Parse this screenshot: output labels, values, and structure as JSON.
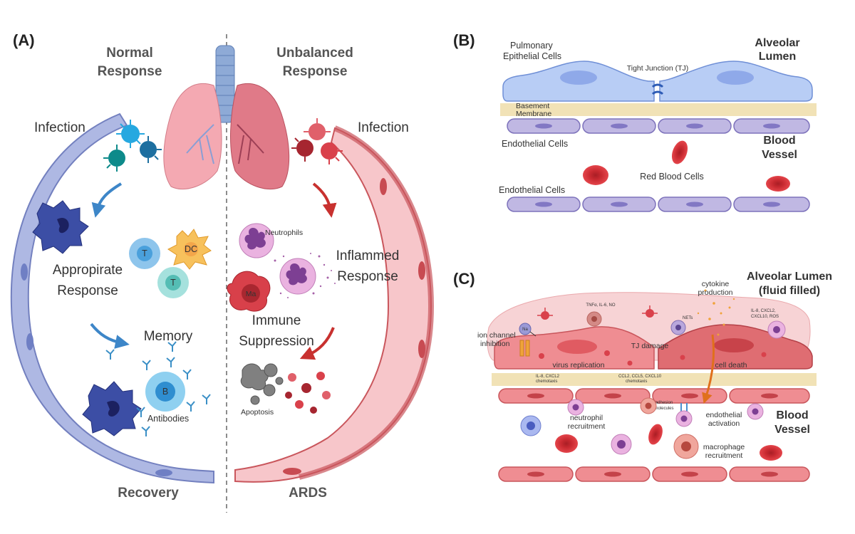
{
  "panelA": {
    "label": "(A)",
    "normal_title_1": "Normal",
    "normal_title_2": "Response",
    "unbalanced_title_1": "Unbalanced",
    "unbalanced_title_2": "Response",
    "infection_left": "Infection",
    "infection_right": "Infection",
    "appropriate_1": "Appropirate",
    "appropriate_2": "Response",
    "memory": "Memory",
    "antibodies": "Antibodies",
    "neutrophils": "Neutrophils",
    "inflamed_1": "Inflammed",
    "inflamed_2": "Response",
    "immune_1": "Immune",
    "immune_2": "Suppression",
    "apoptosis": "Apoptosis",
    "recovery": "Recovery",
    "ards": "ARDS",
    "cell_T1": "T",
    "cell_T2": "T",
    "cell_DC": "DC",
    "cell_B": "B",
    "cell_Ma": "Ma"
  },
  "panelB": {
    "label": "(B)",
    "pulmonary_1": "Pulmonary",
    "pulmonary_2": "Epithelial Cells",
    "tight_junction": "Tight Junction (TJ)",
    "alveolar_1": "Alveolar",
    "alveolar_2": "Lumen",
    "basement_1": "Basement",
    "basement_2": "Membrane",
    "endothelial_top": "Endothelial Cells",
    "blood_1": "Blood",
    "blood_2": "Vessel",
    "red_blood_cells": "Red Blood Cells",
    "endothelial_bottom": "Endothelial Cells"
  },
  "panelC": {
    "label": "(C)",
    "alveolar_1": "Alveolar Lumen",
    "alveolar_2": "(fluid filled)",
    "cytokine_1": "cytokine",
    "cytokine_2": "production",
    "tnf": "TNFα, IL-6, NO",
    "nets": "NETs",
    "il8_1": "IL-8, CXCL2,",
    "il8_2": "CXCL10, ROS",
    "ion_1": "ion channel",
    "ion_2": "inhibition",
    "na": "Na",
    "tj_damage": "TJ damage",
    "virus_replication": "virus replication",
    "cell_death": "cell death",
    "il8_chemo_1": "IL-8, CXCL2",
    "il8_chemo_2": "chemotaxis",
    "ccl_chemo_1": "CCL2, CCL5, CXCL10",
    "ccl_chemo_2": "chemotaxis",
    "adhesion_1": "adhesion",
    "adhesion_2": "molecules",
    "endo_act_1": "endothelial",
    "endo_act_2": "activation",
    "neutro_rec_1": "neutrophil",
    "neutro_rec_2": "recruitment",
    "macro_rec_1": "macrophage",
    "macro_rec_2": "recruitment",
    "blood_1": "Blood",
    "blood_2": "Vessel"
  },
  "colors": {
    "normal_blue": "#8c9bd0",
    "ards_red": "#d0575e",
    "epithelium_blue": "#b8cdf5",
    "endothelium_purple": "#b8b2de",
    "basement_tan": "#f1e2b6",
    "rbc_red": "#d9373d"
  }
}
